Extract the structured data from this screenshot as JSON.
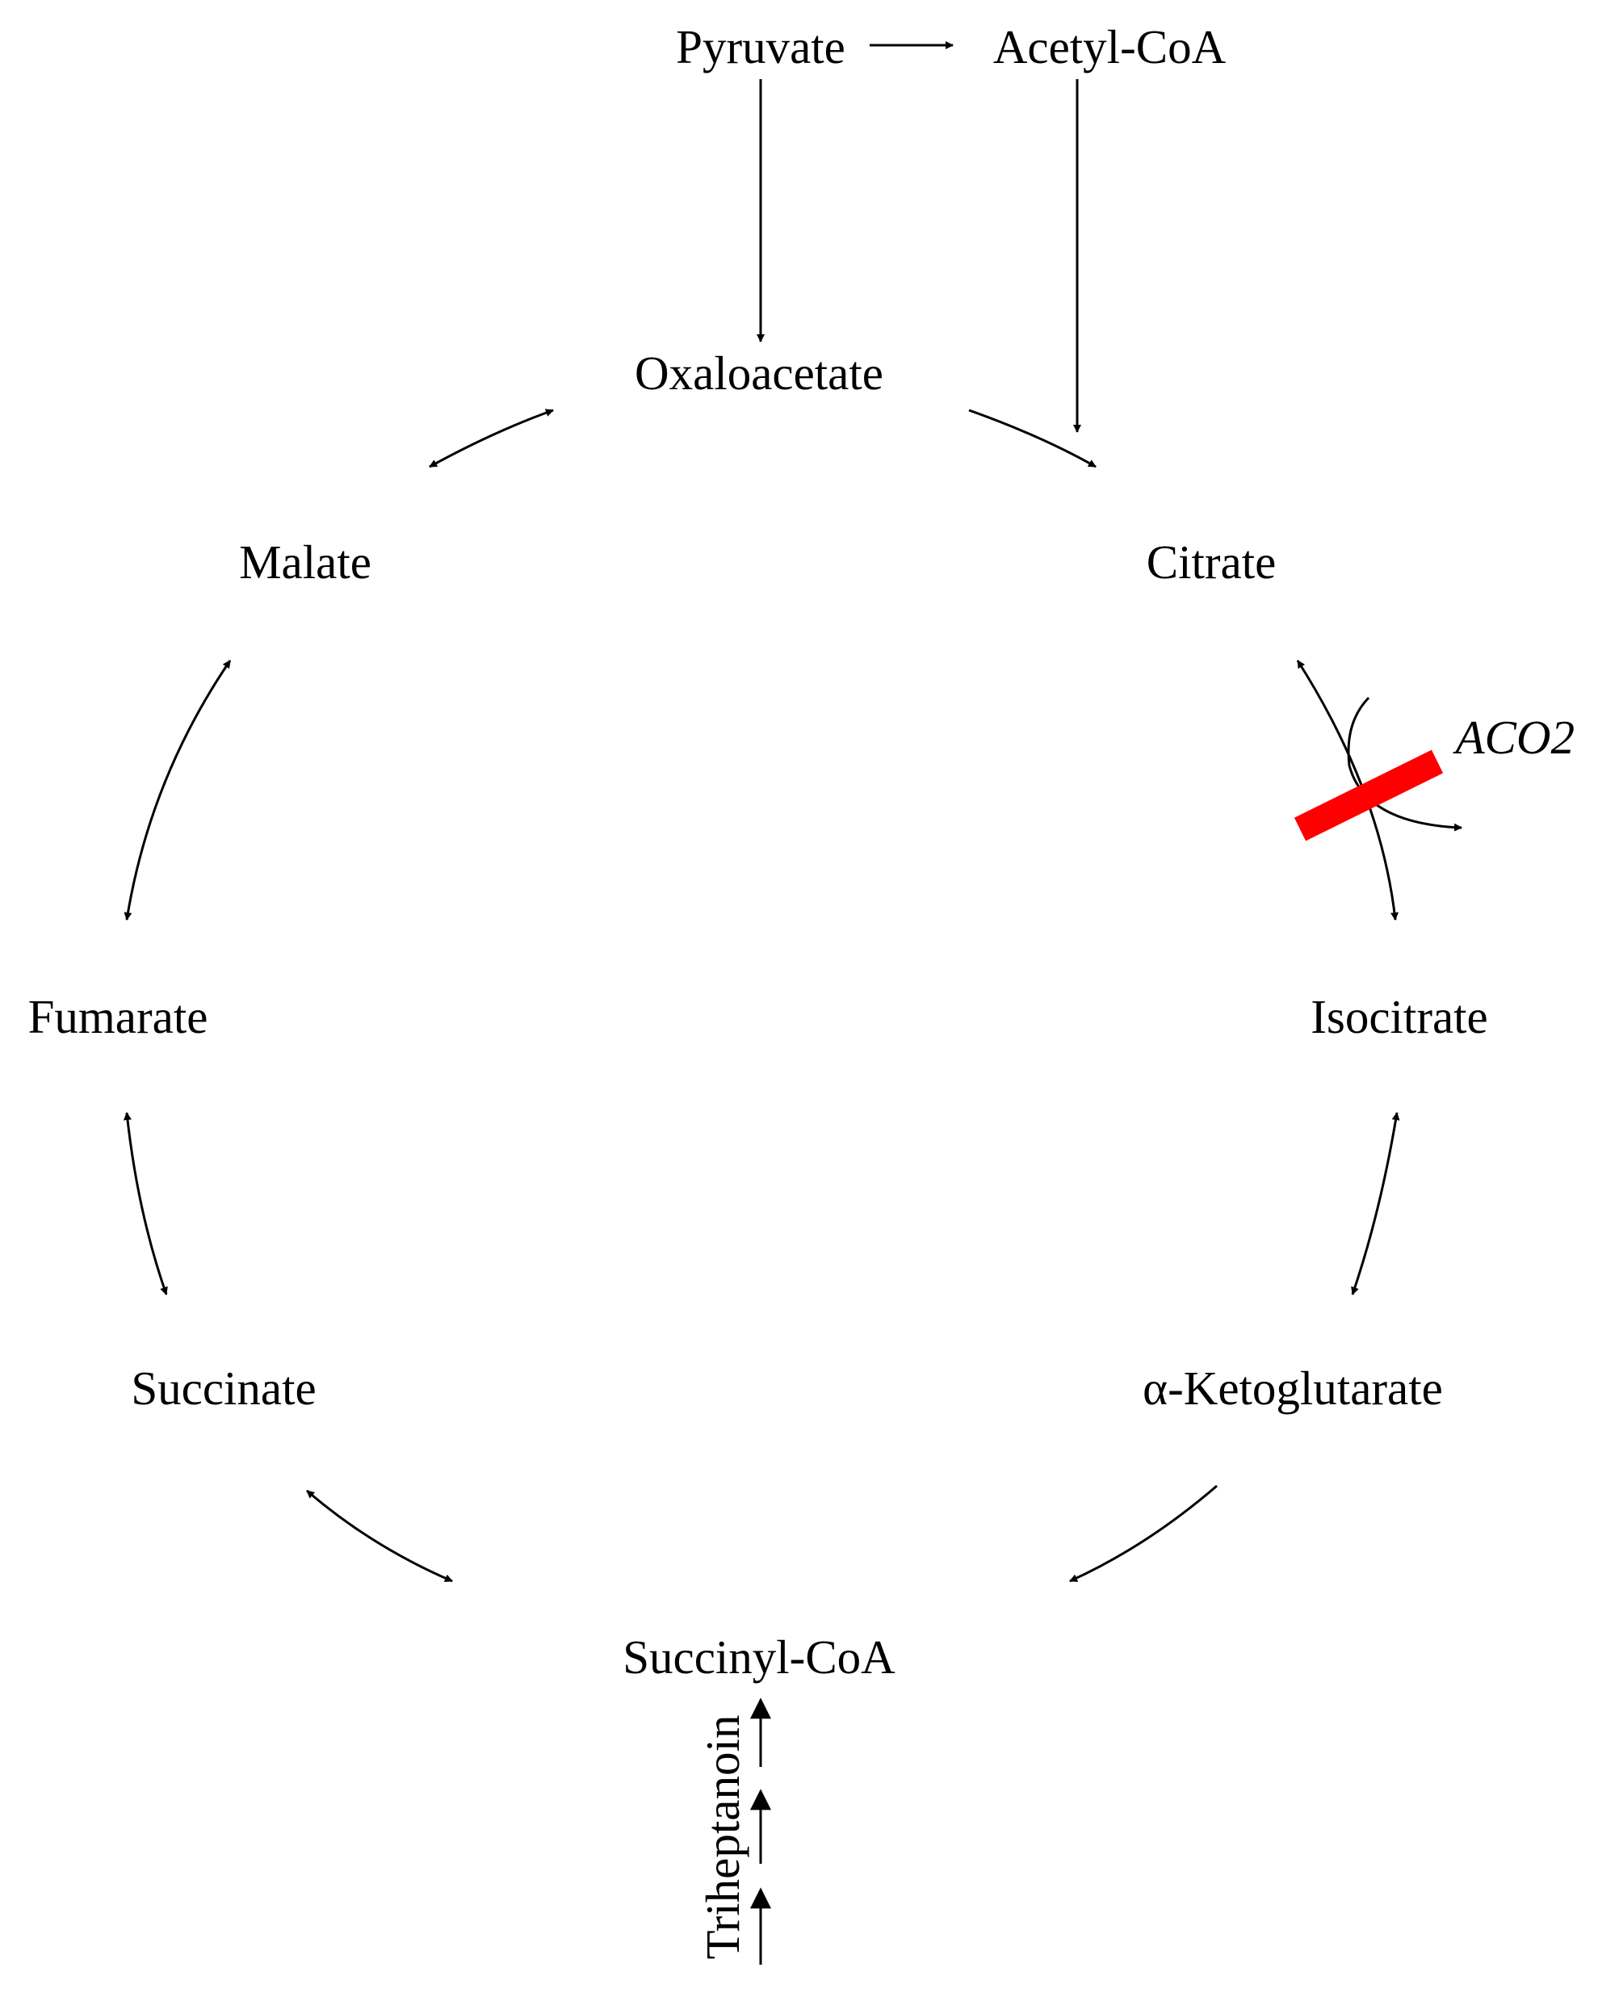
{
  "metabolites": {
    "pyruvate": "Pyruvate",
    "acetyl_coa": "Acetyl-CoA",
    "oxaloacetate": "Oxaloacetate",
    "citrate": "Citrate",
    "malate": "Malate",
    "isocitrate": "Isocitrate",
    "fumarate": "Fumarate",
    "alpha_ketoglutarate": "α-Ketoglutarate",
    "succinate": "Succinate",
    "succinyl_coa": "Succinyl-CoA",
    "triheptanoin": "Triheptanoin"
  },
  "enzyme": {
    "label": "ACO2",
    "block_color": "#ff0000"
  },
  "colors": {
    "line": "#000000",
    "background": "#ffffff"
  }
}
